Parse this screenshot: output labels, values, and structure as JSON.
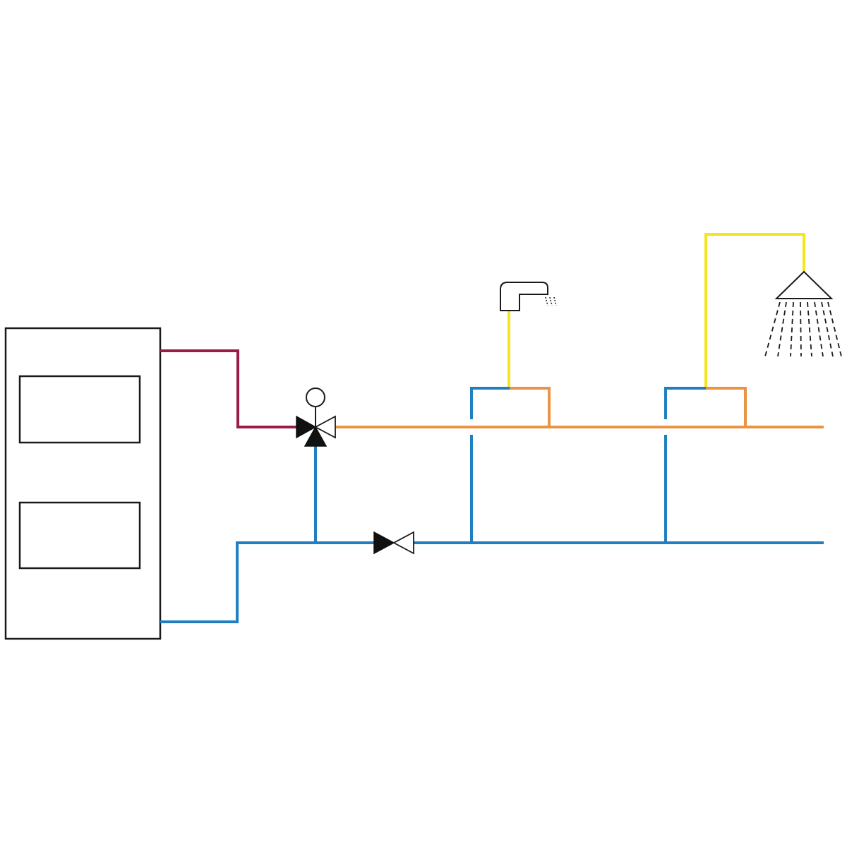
{
  "diagram": {
    "components": {
      "heater": "water-heater-with-two-panels",
      "mixing_valve": "three-way-thermostatic-mixing-valve",
      "check_valve": "non-return-valve",
      "tap": "washbasin-tap-icon",
      "shower": "shower-head-icon"
    },
    "colors": {
      "hot_supply": "#9b1b47",
      "cold": "#1f7fc0",
      "mixed": "#ea9343",
      "outlet": "#f4e61e",
      "outline": "#1a1a1a",
      "background": "#ffffff"
    }
  }
}
